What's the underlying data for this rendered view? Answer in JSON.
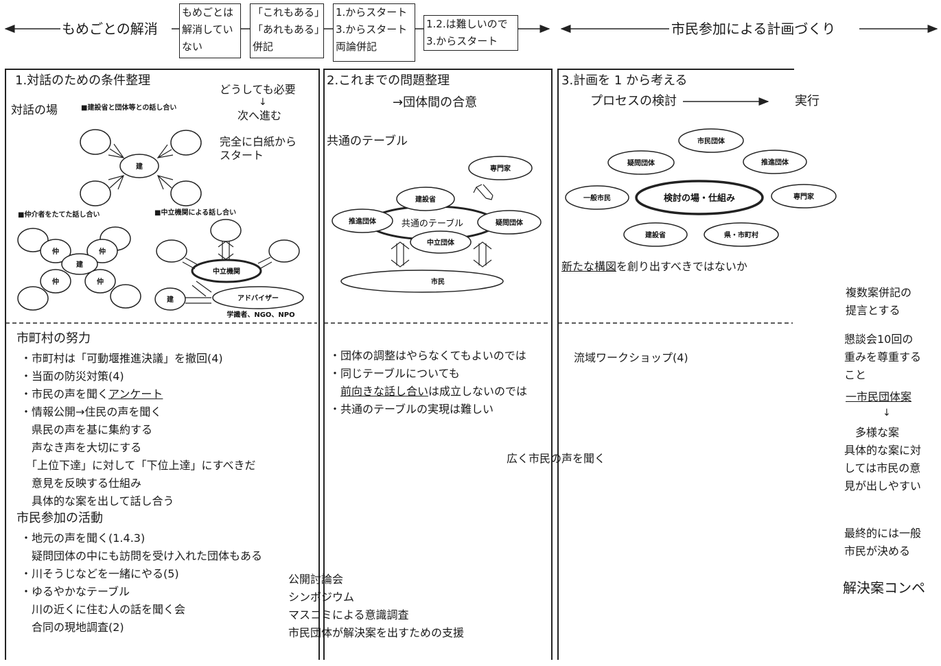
{
  "top": {
    "left_label": "もめごとの解消",
    "right_label": "市民参加による計画づくり",
    "boxes": [
      "もめごとは\n解消してい\nない",
      "「これもある」\n「あれもある」\n併記",
      "1.からスタート\n3.からスタート\n両論併記",
      "1.2.は難しいので\n3.からスタート"
    ]
  },
  "col1": {
    "title": "1.対話のための条件整理",
    "note_need": "どうしても必要",
    "note_arrow": "↓",
    "note_next": "次へ進む",
    "note_blank": "完全に白紙から\nスタート",
    "place_label": "対話の場",
    "d1_caption": "■建設省と団体等との話し合い",
    "d1_center": "建",
    "d2_caption": "■仲介者をたてた話し合い",
    "d2_center": "建",
    "d2_mediator": "仲",
    "d3_caption": "■中立機関による話し合い",
    "d3_neutral": "中立機関",
    "d3_ken": "建",
    "d3_advisor": "アドバイザー",
    "d3_note": "学識者、NGO、NPO",
    "effort_title": "市町村の努力",
    "effort_items": [
      "・市町村は「可動堰推進決議」を撤回(4)",
      "・当面の防災対策(4)",
      "・市民の声を聞く",
      "・情報公開→住民の声を聞く",
      "　県民の声を基に集約する",
      "　声なき声を大切にする",
      "　「上位下達」に対して「下位上達」にすべきだ",
      "　意見を反映する仕組み",
      "　具体的な案を出して話し合う"
    ],
    "effort_underlined": "アンケート",
    "activity_title": "市民参加の活動",
    "activity_items": [
      "・地元の声を聞く(1.4.3)",
      "　疑問団体の中にも訪問を受け入れた団体もある",
      "・川そうじなどを一緒にやる(5)",
      "・ゆるやかなテーブル",
      "　川の近くに住む人の話を聞く会",
      "　合同の現地調査(2)"
    ]
  },
  "col2": {
    "title": "2.これまでの問題整理",
    "subtitle": "→団体間の合意",
    "table_label": "共通のテーブル",
    "nodes": {
      "expert": "専門家",
      "ministry": "建設省",
      "promote": "推進団体",
      "center": "共通のテーブル",
      "doubt": "疑問団体",
      "neutral": "中立団体",
      "citizens": "市民"
    },
    "items": [
      "・団体の調整はやらなくてもよいのでは",
      "・同じテーブルについても",
      "・共通のテーブルの実現は難しい"
    ],
    "underlined": "前向きな話し合い",
    "underlined_rest": "は成立しないのでは",
    "bottom_items": [
      "公開討論会",
      "シンポジウム",
      "マスコミによる意識調査",
      "市民団体が解決案を出すための支援"
    ]
  },
  "col3": {
    "title": "3.計画を 1 から考える",
    "process": "プロセスの検討",
    "exec": "実行",
    "nodes": {
      "citizen_org": "市民団体",
      "doubt": "疑問団体",
      "promote": "推進団体",
      "general": "一般市民",
      "center": "検討の場・仕組み",
      "expert": "専門家",
      "ministry": "建設省",
      "pref": "県・市町村"
    },
    "new_structure_u": "新たな構図",
    "new_structure_rest": "を創り出すべきではないか",
    "workshop": "流域ワークショップ(4)",
    "wide": "広く市民の声を聞く"
  },
  "right": {
    "r1": "複数案併記の\n提言とする",
    "r2": "懇談会10回の\n重みを尊重する\nこと",
    "r3_u": "一市民団体案",
    "r3_arrow": "↓",
    "r4": "　多様な案\n具体的な案に対\nしては市民の意\n見が出しやすい",
    "r5": "最終的には一般\n市民が決める",
    "r6": "解決案コンペ"
  }
}
